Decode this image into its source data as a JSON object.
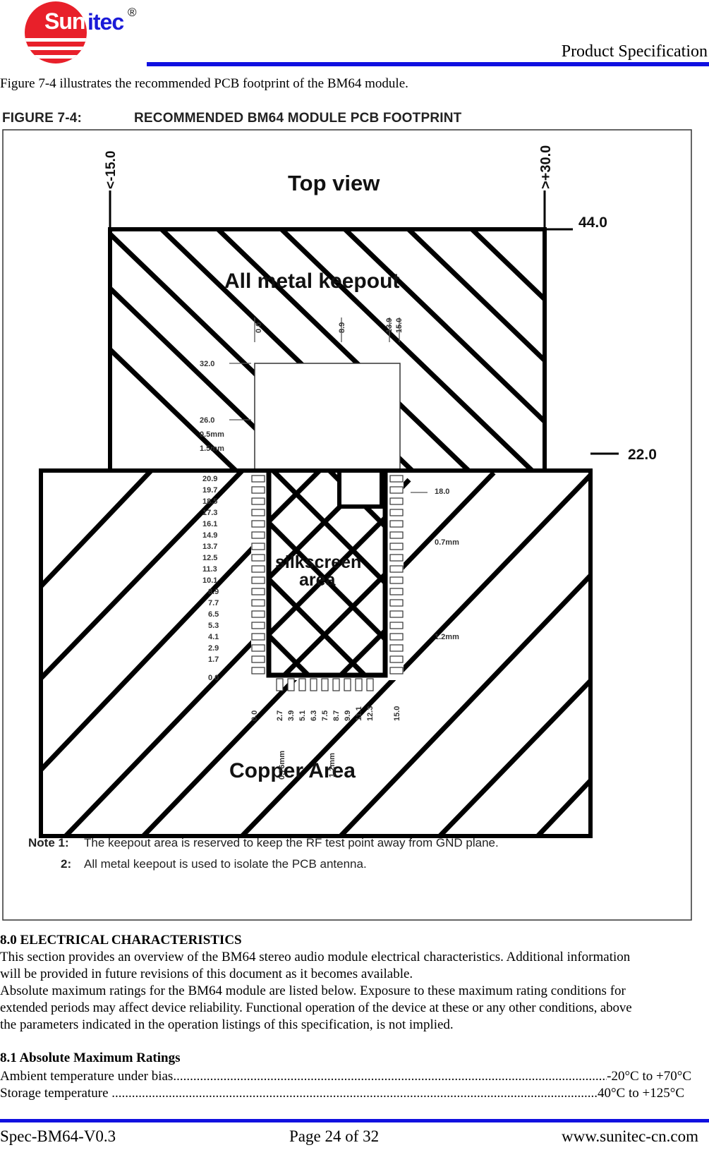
{
  "header": {
    "logo_sun": "Sun",
    "logo_itec": "itec",
    "logo_reg": "®",
    "title": "Product Specification"
  },
  "intro": "Figure 7-4 illustrates the recommended PCB footprint of the BM64 module.",
  "figure": {
    "number": "FIGURE 7-4:",
    "title": "RECOMMENDED BM64 MODULE PCB FOOTPRINT",
    "top_view": "Top view",
    "keepout": "All metal keepout",
    "silkscreen_1": "silkscreen",
    "silkscreen_2": "area",
    "copper": "Copper Area",
    "dim_left": "<-15.0",
    "dim_right": ">+30.0",
    "dim_top": "44.0",
    "dim_mid": "22.0",
    "dim_18": "18.0",
    "dim_07": "0.7mm",
    "dim_12": "1.2mm",
    "top_x_labels": [
      "0.0",
      "8.9",
      "13.9",
      "15.0"
    ],
    "y_labels_upper": [
      "32.0",
      "26.0",
      "0.5mm",
      "1.5mm"
    ],
    "y_labels": [
      "20.9",
      "19.7",
      "18.5",
      "17.3",
      "16.1",
      "14.9",
      "13.7",
      "12.5",
      "11.3",
      "10.1",
      "8.9",
      "7.7",
      "6.5",
      "5.3",
      "4.1",
      "2.9",
      "1.7",
      "0.0"
    ],
    "bottom_labels": [
      "0.0",
      "2.7",
      "3.9",
      "5.1",
      "6.3",
      "7.5",
      "8.7",
      "9.9",
      "11.1",
      "12.3",
      "15.0"
    ],
    "bottom_dim_1": "0.76mm",
    "bottom_dim_2": "1.2mm",
    "note1_label": "Note 1:",
    "note1_text": "The keepout area is reserved to keep the RF test point away from GND plane.",
    "note2_label": "2:",
    "note2_text": "All metal keepout is used to isolate the PCB antenna."
  },
  "section8": {
    "heading": "8.0 ELECTRICAL CHARACTERISTICS",
    "para1_line1": "This section provides an overview of the BM64 stereo audio module electrical characteristics. Additional information",
    "para1_line2": "will be provided in future revisions of this document as it becomes available.",
    "para2_line1": "Absolute maximum ratings for the BM64 module are listed below. Exposure to these maximum rating conditions for",
    "para2_line2": "extended periods may affect device reliability. Functional operation of the device at these or any other conditions, above",
    "para2_line3": "the parameters indicated in the operation listings of this specification, is not implied."
  },
  "section81": {
    "heading": "8.1 Absolute Maximum Ratings",
    "rows": [
      {
        "label": "Ambient temperature under bias",
        "value": "-20°C to +70°C"
      },
      {
        "label": "Storage temperature ",
        "value": "40°C to +125°C"
      }
    ]
  },
  "footer": {
    "left": "Spec-BM64-V0.3",
    "center": "Page 24 of 32",
    "right": "www.sunitec-cn.com"
  }
}
